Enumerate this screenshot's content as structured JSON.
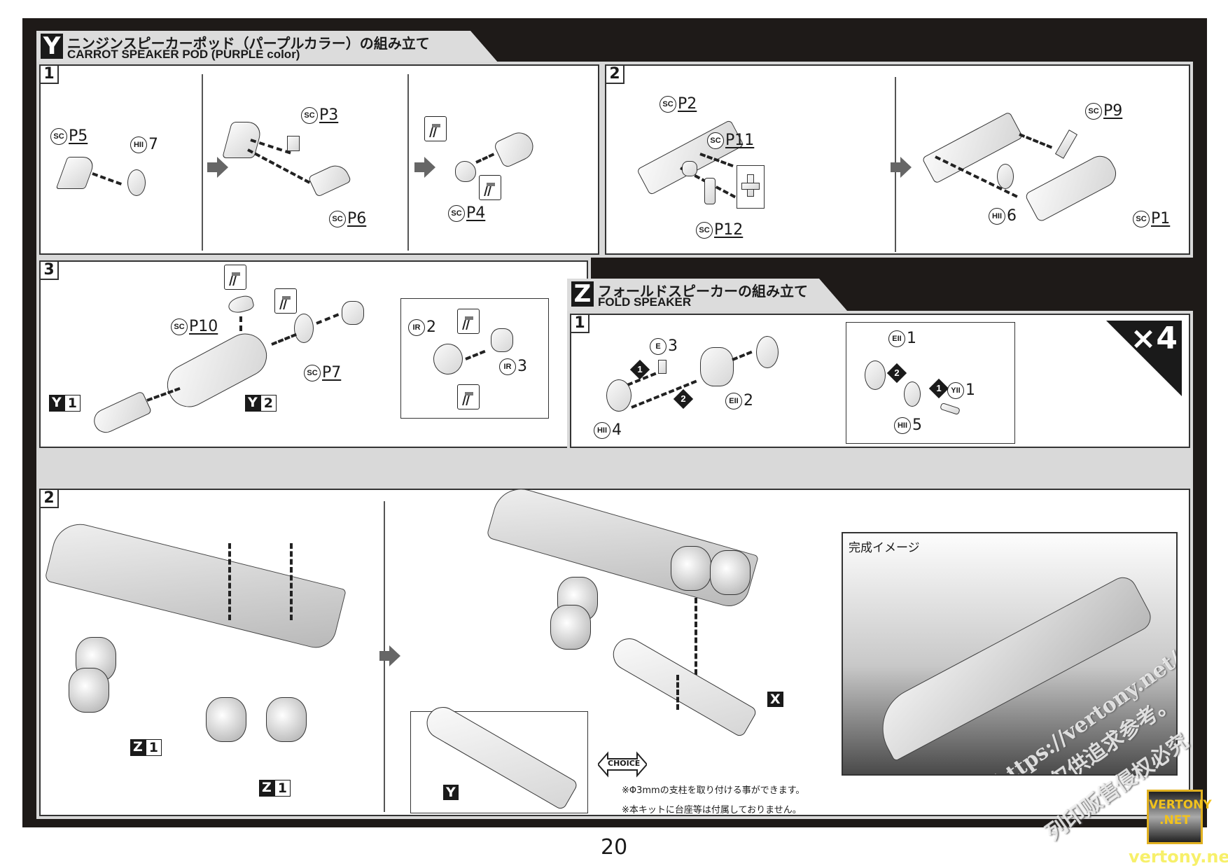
{
  "section_y": {
    "letter": "Y",
    "title_jp": "ニンジンスピーカーポッド（パープルカラー）の組み立て",
    "title_en": "CARROT SPEAKER POD (PURPLE color)",
    "steps": [
      {
        "number": "1",
        "labels": [
          {
            "runner": "SC",
            "code": "P5"
          },
          {
            "runner": "HII",
            "code": "7"
          },
          {
            "runner": "SC",
            "code": "P3"
          },
          {
            "runner": "SC",
            "code": "P6"
          },
          {
            "runner": "SC",
            "code": "P4"
          }
        ]
      },
      {
        "number": "2",
        "labels": [
          {
            "runner": "SC",
            "code": "P2"
          },
          {
            "runner": "SC",
            "code": "P11"
          },
          {
            "runner": "SC",
            "code": "P12"
          },
          {
            "runner": "SC",
            "code": "P9"
          },
          {
            "runner": "HII",
            "code": "6"
          },
          {
            "runner": "SC",
            "code": "P1"
          }
        ]
      },
      {
        "number": "3",
        "labels": [
          {
            "runner": "SC",
            "code": "P10"
          },
          {
            "runner": "SC",
            "code": "P7"
          },
          {
            "runner": "IR",
            "code": "2"
          },
          {
            "runner": "IR",
            "code": "3"
          }
        ],
        "refs": [
          {
            "letter": "Y",
            "num": "1"
          },
          {
            "letter": "Y",
            "num": "2"
          }
        ]
      }
    ]
  },
  "section_z": {
    "letter": "Z",
    "title_jp": "フォールドスピーカーの組み立て",
    "title_en": "FOLD SPEAKER",
    "multiplier": "×4",
    "steps": [
      {
        "number": "1",
        "labels": [
          {
            "runner": "E",
            "code": "3"
          },
          {
            "runner": "EII",
            "code": "2"
          },
          {
            "runner": "HII",
            "code": "4"
          },
          {
            "runner": "EII",
            "code": "1"
          },
          {
            "runner": "HII",
            "code": "5"
          },
          {
            "runner": "YII",
            "code": "1"
          }
        ],
        "order_markers": [
          "1",
          "2"
        ]
      }
    ]
  },
  "final_step": {
    "number": "2",
    "refs": [
      {
        "letter": "Z",
        "num": "1"
      },
      {
        "letter": "Z",
        "num": "1"
      }
    ],
    "pod_x_label": "X",
    "pod_y_label": "Y",
    "choice_label": "CHOICE",
    "notes": [
      "※Φ3mmの支柱を取り付ける事ができます。",
      "※本キットに台座等は付属しておりません。"
    ]
  },
  "finished_image": {
    "title": "完成イメージ"
  },
  "watermark": {
    "line1": "https://vertony.net/",
    "line2": "图片仅供追求参考。",
    "line3": "列印贩售侵权必究"
  },
  "footer": {
    "page_number": "20",
    "logo_line1": "VERTONY",
    "logo_line2": ".NET",
    "site": "vertony.net"
  }
}
